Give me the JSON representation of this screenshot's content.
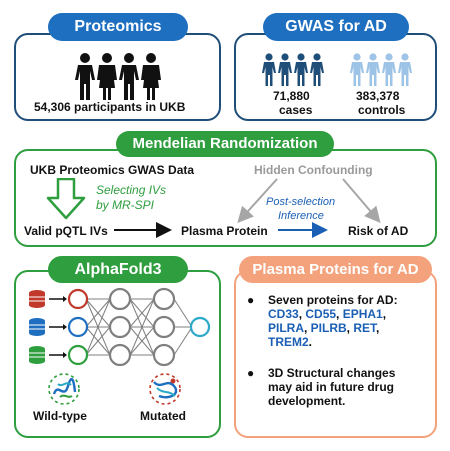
{
  "proteomics": {
    "title": "Proteomics",
    "caption": "54,306 participants in UKB"
  },
  "gwas": {
    "title": "GWAS for AD",
    "cases_count": "71,880",
    "cases_label": "cases",
    "controls_count": "383,378",
    "controls_label": "controls"
  },
  "mr": {
    "title": "Mendelian Randomization",
    "data_source": "UKB Proteomics GWAS Data",
    "selecting_line1": "Selecting IVs",
    "selecting_line2": "by MR-SPI",
    "hidden": "Hidden Confounding",
    "valid": "Valid pQTL IVs",
    "plasma": "Plasma Protein",
    "post_line1": "Post-selection",
    "post_line2": "Inference",
    "risk": "Risk of AD"
  },
  "alphafold": {
    "title": "AlphaFold3",
    "wild": "Wild-type",
    "mutated": "Mutated"
  },
  "proteins": {
    "title": "Plasma Proteins for AD",
    "bullet1_lead": "Seven proteins for AD:",
    "p1": "CD33",
    "p2": "CD55",
    "p3": "EPHA1",
    "p4": "PILRA",
    "p5": "PILRB",
    "p6": "RET",
    "p7": "TREM2",
    "bullet2_line1": "3D Structural changes",
    "bullet2_line2": "may aid in future drug",
    "bullet2_line3": "development."
  },
  "colors": {
    "navy": "#1f4e79",
    "blue_pill": "#1f6fc0",
    "green": "#2e9e3e",
    "orange": "#f4a27c",
    "light_blue": "#9dc3e6",
    "protein_blue": "#1a5fb4"
  }
}
